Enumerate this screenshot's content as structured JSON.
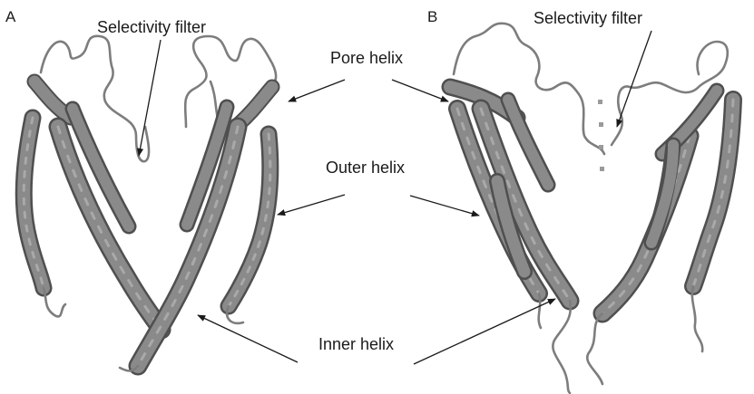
{
  "figure": {
    "panel_a": "A",
    "panel_b": "B",
    "labels": {
      "selectivity_filter_a": "Selectivity filter",
      "selectivity_filter_b": "Selectivity filter",
      "pore_helix": "Pore helix",
      "outer_helix": "Outer helix",
      "inner_helix": "Inner helix"
    },
    "colors": {
      "ribbon": "#8a8a8a",
      "ribbon_edge": "#4f4f4f",
      "text": "#1a1a1a",
      "background": "#ffffff"
    }
  }
}
